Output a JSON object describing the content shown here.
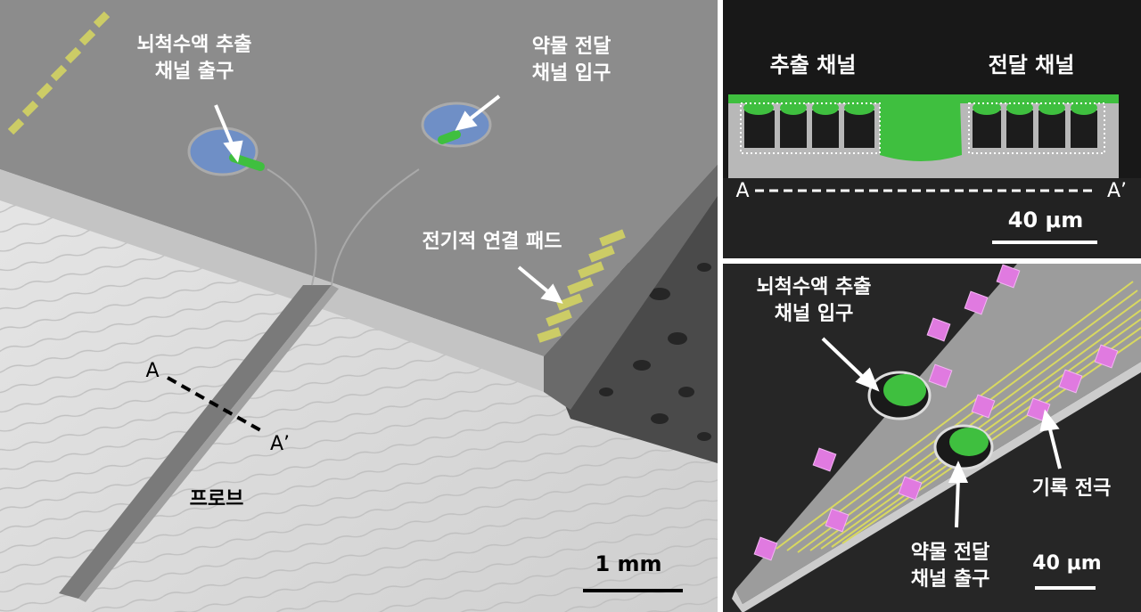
{
  "main": {
    "csf_outlet": [
      "뇌척수액 추출",
      "채널 출구"
    ],
    "drug_inlet": [
      "약물 전달",
      "채널 입구"
    ],
    "pad": "전기적 연결 패드",
    "A": "A",
    "A_prime": "A’",
    "probe": "프로브",
    "scale": "1 mm"
  },
  "cross": {
    "extract": "추출 채널",
    "deliver": "전달 채널",
    "A": "A",
    "A_prime": "A’",
    "scale": "40 μm"
  },
  "tip": {
    "csf_inlet": [
      "뇌척수액 추출",
      "채널 입구"
    ],
    "drug_outlet": [
      "약물 전달",
      "채널 출구"
    ],
    "electrode": "기록 전극",
    "scale": "40 μm"
  },
  "colors": {
    "fluid_green": "#3fbf3f",
    "inlet_blue": "#6f8fc6",
    "pad_yellow": "#d8d860",
    "electrode_pink": "#e07ae0"
  }
}
